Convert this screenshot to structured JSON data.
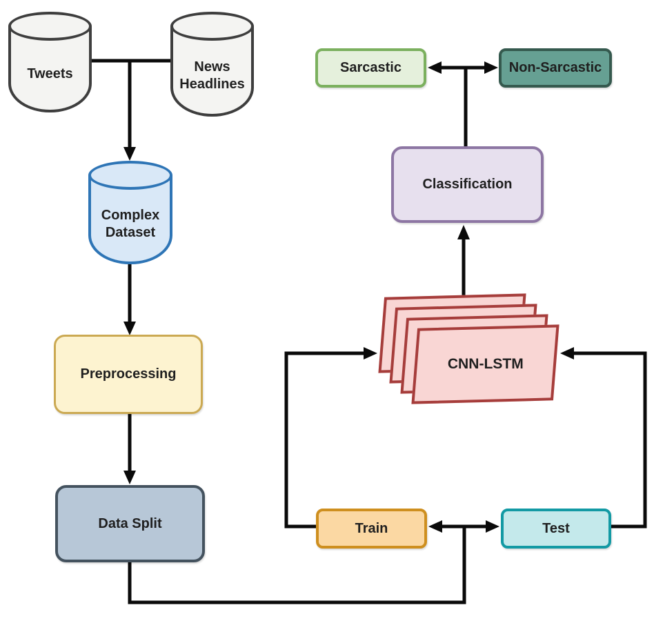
{
  "diagram": {
    "title": "Sarcasm detection pipeline flowchart",
    "connector_color": "#0a0a0a",
    "text_color": "#1f1f1f",
    "nodes": {
      "tweets": {
        "label": "Tweets",
        "shape": "cylinder",
        "fill": "#f4f4f2",
        "border": "#3e3e3e"
      },
      "news_headlines": {
        "label": "News Headlines",
        "shape": "cylinder",
        "fill": "#f4f4f2",
        "border": "#3e3e3e"
      },
      "complex_dataset": {
        "label": "Complex Dataset",
        "shape": "cylinder",
        "fill": "#d9e8f7",
        "border": "#2e75b6"
      },
      "preprocessing": {
        "label": "Preprocessing",
        "shape": "rounded-box",
        "fill": "#fdf3d0",
        "border": "#cba952"
      },
      "data_split": {
        "label": "Data Split",
        "shape": "rounded-box",
        "fill": "#b7c7d7",
        "border": "#44525e"
      },
      "cnn_lstm": {
        "label": "CNN-LSTM",
        "shape": "card-stack",
        "fill": "#f9d6d4",
        "border": "#a63d3b"
      },
      "classification": {
        "label": "Classification",
        "shape": "rounded-box",
        "fill": "#e7e0ee",
        "border": "#8d76a3"
      },
      "sarcastic": {
        "label": "Sarcastic",
        "shape": "rounded-box",
        "fill": "#e5f0dc",
        "border": "#7bb05e"
      },
      "non_sarcastic": {
        "label": "Non-Sarcastic",
        "shape": "rounded-box",
        "fill": "#66a093",
        "border": "#35594e"
      },
      "train": {
        "label": "Train",
        "shape": "rounded-box",
        "fill": "#fbd8a3",
        "border": "#ce8f1f"
      },
      "test": {
        "label": "Test",
        "shape": "rounded-box",
        "fill": "#c4e9eb",
        "border": "#139aa4"
      }
    },
    "edges": [
      {
        "from": "tweets",
        "to": "complex_dataset"
      },
      {
        "from": "news_headlines",
        "to": "complex_dataset"
      },
      {
        "from": "complex_dataset",
        "to": "preprocessing"
      },
      {
        "from": "preprocessing",
        "to": "data_split"
      },
      {
        "from": "data_split",
        "to": "train_test_junction"
      },
      {
        "from": "train_test_junction",
        "to": "train"
      },
      {
        "from": "train_test_junction",
        "to": "test"
      },
      {
        "from": "train",
        "to": "cnn_lstm"
      },
      {
        "from": "test",
        "to": "cnn_lstm"
      },
      {
        "from": "cnn_lstm",
        "to": "classification"
      },
      {
        "from": "classification",
        "to": "sarcastic"
      },
      {
        "from": "classification",
        "to": "non_sarcastic"
      }
    ]
  }
}
